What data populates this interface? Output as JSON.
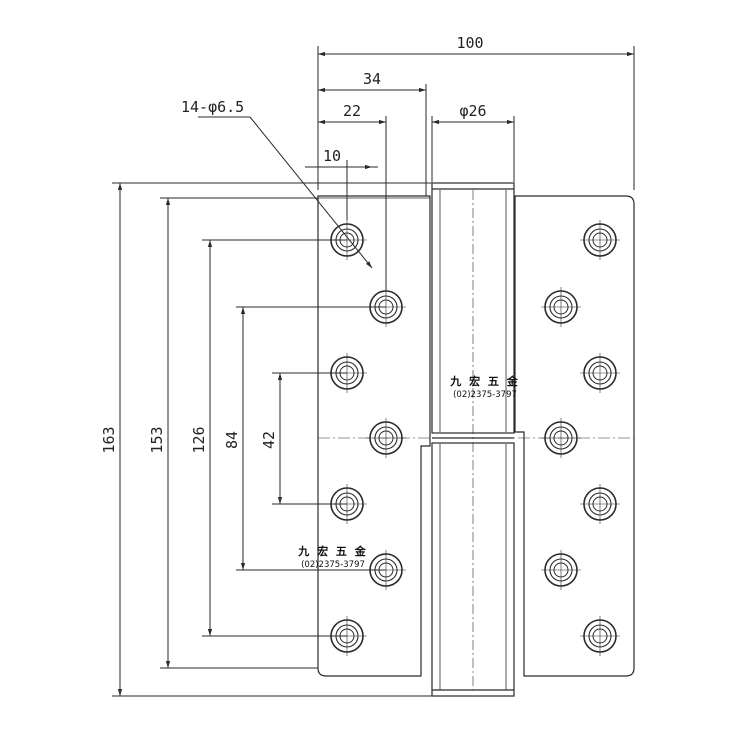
{
  "dimensions": {
    "overall_width": "100",
    "leaf_to_knuckle": "34",
    "hole_col_offset": "22",
    "hole_edge_offset": "10",
    "knuckle_diameter": "φ26",
    "hole_spec": "14-φ6.5",
    "overall_height": "163",
    "leaf_height": "153",
    "outer_hole_span": "126",
    "middle_hole_span": "84",
    "inner_hole_span": "42"
  },
  "watermarks": [
    {
      "name": "九 宏 五 金",
      "phone": "(02)2375-3797"
    },
    {
      "name": "九 宏 五 金",
      "phone": "(02)2375-3797"
    }
  ],
  "colors": {
    "line": "#2a2a2a",
    "background": "#ffffff"
  }
}
